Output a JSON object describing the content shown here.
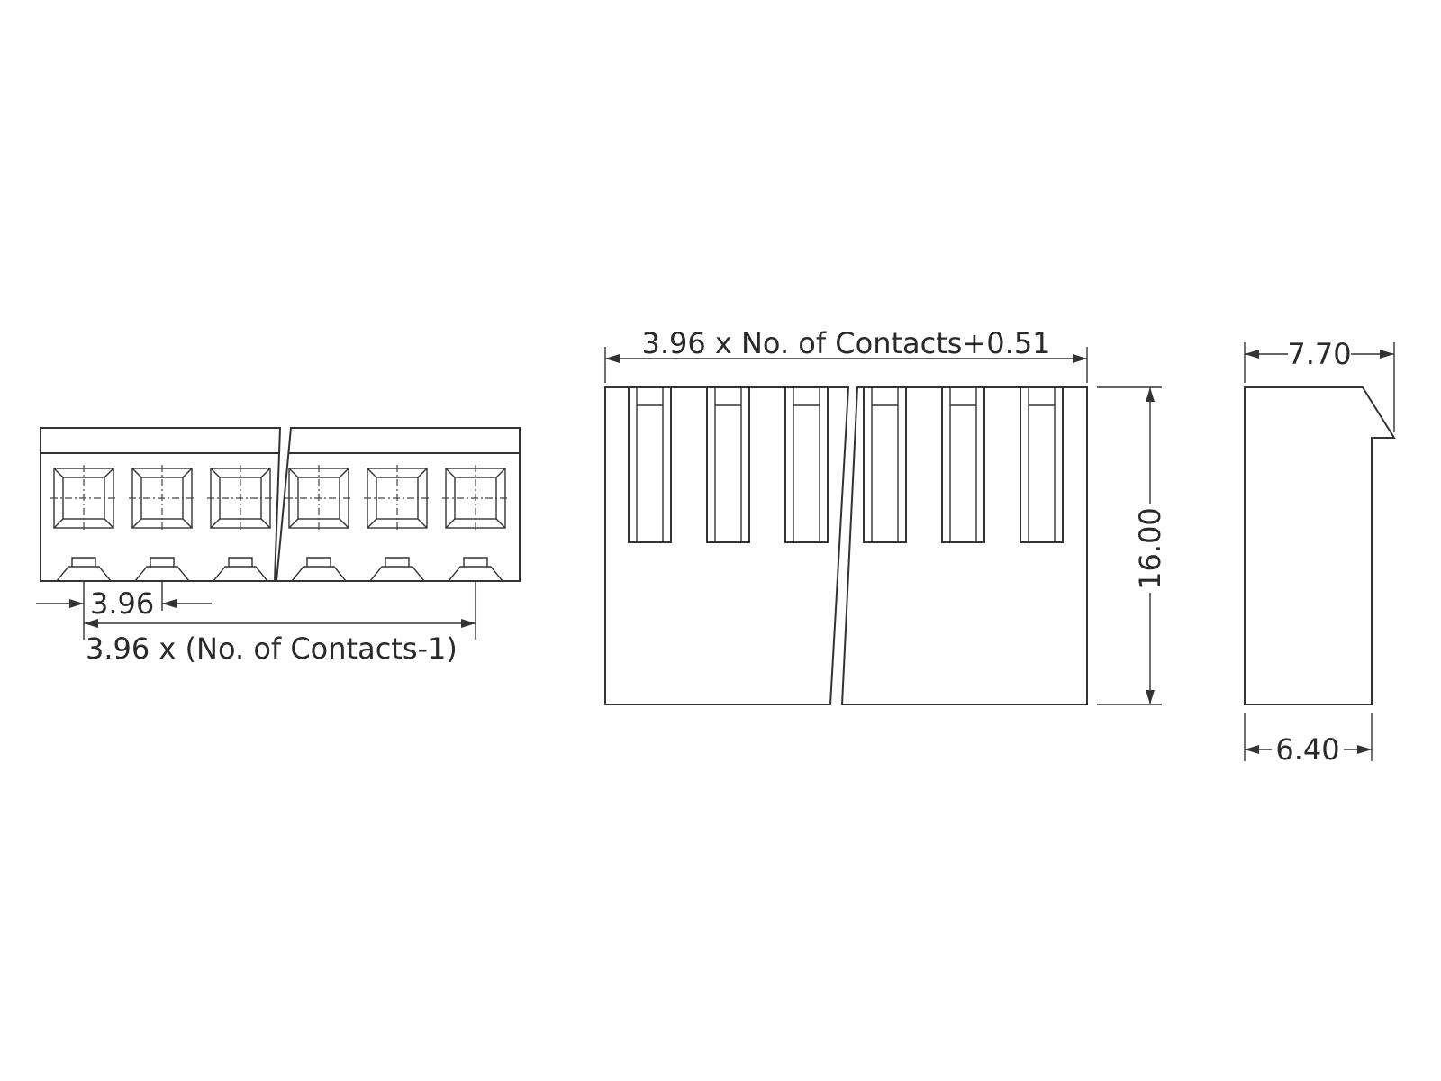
{
  "dimensions": {
    "pitch": "3.96",
    "pitch_span": "3.96 x (No. of Contacts-1)",
    "overall_width": "3.96 x No. of Contacts+0.51",
    "height": "16.00",
    "top_depth": "7.70",
    "bottom_depth": "6.40"
  },
  "colors": {
    "line": "#333333",
    "background": "#ffffff"
  }
}
